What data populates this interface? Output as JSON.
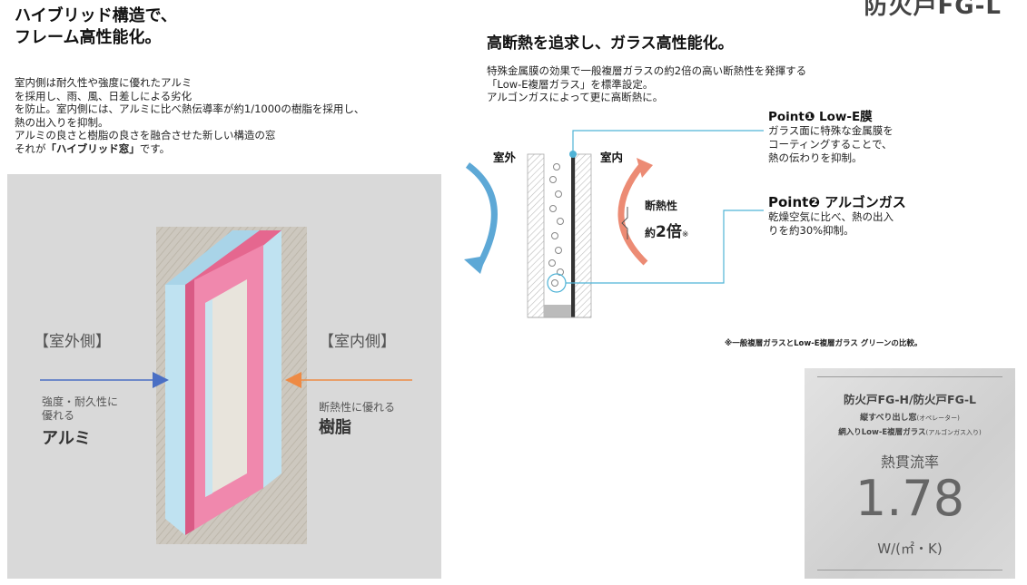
{
  "brand": "防火戸FG-L",
  "left": {
    "title_line1": "ハイブリッド構造で、",
    "title_line2": "フレーム高性能化。",
    "body_l1": "室内側は耐久性や強度に優れたアルミ",
    "body_l2": "を採用し、雨、風、日差しによる劣化",
    "body_l3": "を防止。室内側には、アルミに比べ熱伝導率が約1/1000の樹脂を採用し、",
    "body_l4": "熱の出入りを抑制。",
    "body_l5": "アルミの良さと樹脂の良さを融合させた新しい構造の窓",
    "body_l6_pre": "それが",
    "body_l6_strong": "「ハイブリッド窓」",
    "body_l6_post": "です。"
  },
  "frame_panel": {
    "outside_label": "【室外側】",
    "inside_label": "【室内側】",
    "alu_desc_l1": "強度・耐久性に",
    "alu_desc_l2": "優れる",
    "alu_name": "アルミ",
    "resin_desc": "断熱性に優れる",
    "resin_name": "樹脂",
    "colors": {
      "alu": "#bfe0ee",
      "resin": "#ee7fa9",
      "arrow_out": "#4a6fc4",
      "arrow_in": "#ee8a44"
    }
  },
  "right": {
    "title": "高断熱を追求し、ガラス高性能化。",
    "body_l1": "特殊金属膜の効果で一般複層ガラスの約2倍の高い断熱性を発揮する",
    "body_l2": "「Low-E複層ガラス」を標準設定。",
    "body_l3": "アルゴンガスによって更に高断熱に。"
  },
  "glass_diagram": {
    "outside": "室外",
    "inside": "室内",
    "insulation": "断熱性",
    "approx": "約",
    "times": "2倍",
    "mark": "※",
    "colors": {
      "arrow_cold": "#5da8d6",
      "arrow_warm": "#ec8b74",
      "callout": "#4fb3d6"
    }
  },
  "points": {
    "p1_title": "Point❶ Low-E膜",
    "p1_l1": "ガラス面に特殊な金属膜を",
    "p1_l2": "コーティングすることで、",
    "p1_l3": "熱の伝わりを抑制。",
    "p2_title": "Point❷ アルゴンガス",
    "p2_l1": "乾燥空気に比べ、熱の出入",
    "p2_l2": "りを約30%抑制。"
  },
  "note": "※一般複層ガラスとLow-E複層ガラス グリーンの比較。",
  "card": {
    "model": "防火戸FG-H/防火戸FG-L",
    "type_main": "縦すべり出し窓",
    "type_sub": "(オペレーター)",
    "glass_main": "網入りLow-E複層ガラス",
    "glass_sub": "(アルゴンガス入り)",
    "label": "熱貫流率",
    "value": "1.78",
    "unit": "W/(㎡・K)"
  }
}
